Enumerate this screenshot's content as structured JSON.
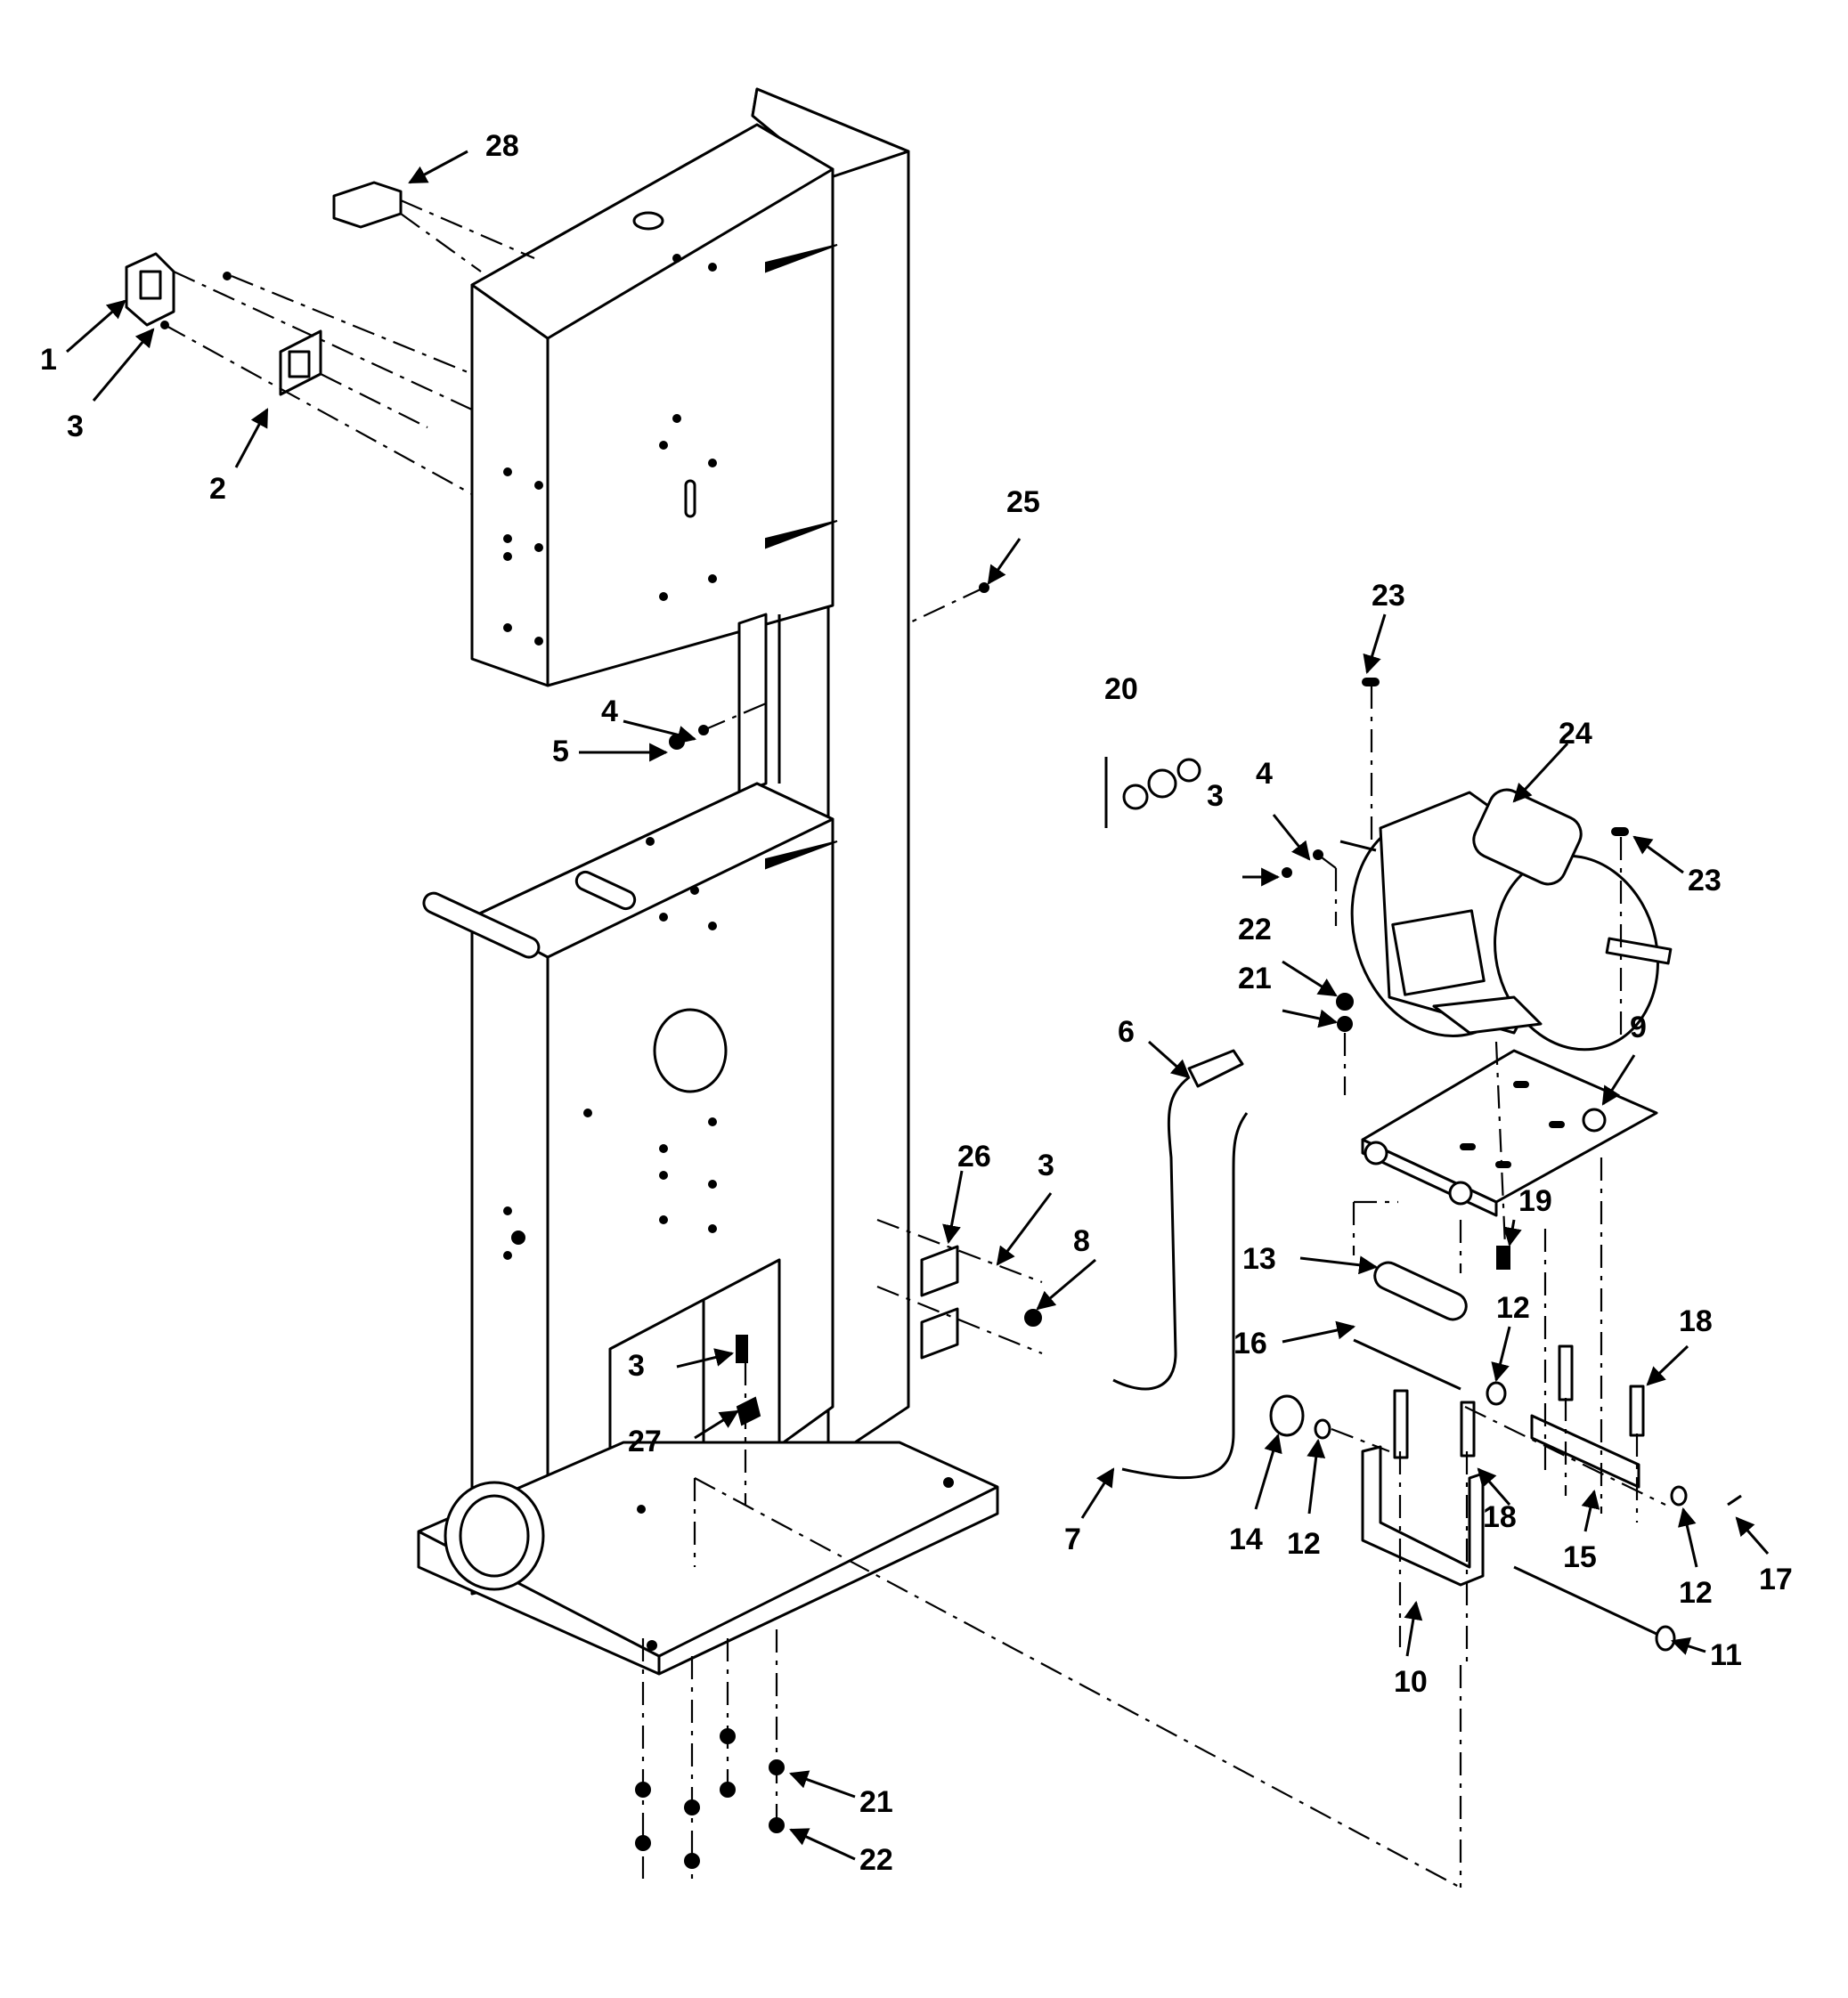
{
  "callouts": [
    {
      "id": "c1",
      "text": "1"
    },
    {
      "id": "c2",
      "text": "2"
    },
    {
      "id": "c3a",
      "text": "3"
    },
    {
      "id": "c28",
      "text": "28"
    },
    {
      "id": "c25",
      "text": "25"
    },
    {
      "id": "c4a",
      "text": "4"
    },
    {
      "id": "c5",
      "text": "5"
    },
    {
      "id": "c20",
      "text": "20"
    },
    {
      "id": "c23a",
      "text": "23"
    },
    {
      "id": "c24",
      "text": "24"
    },
    {
      "id": "c23b",
      "text": "23"
    },
    {
      "id": "c4b",
      "text": "4"
    },
    {
      "id": "c3b",
      "text": "3"
    },
    {
      "id": "c22a",
      "text": "22"
    },
    {
      "id": "c21a",
      "text": "21"
    },
    {
      "id": "c6",
      "text": "6"
    },
    {
      "id": "c9",
      "text": "9"
    },
    {
      "id": "c26",
      "text": "26"
    },
    {
      "id": "c3c",
      "text": "3"
    },
    {
      "id": "c8",
      "text": "8"
    },
    {
      "id": "c19",
      "text": "19"
    },
    {
      "id": "c13",
      "text": "13"
    },
    {
      "id": "c12a",
      "text": "12"
    },
    {
      "id": "c18a",
      "text": "18"
    },
    {
      "id": "c16",
      "text": "16"
    },
    {
      "id": "c3d",
      "text": "3"
    },
    {
      "id": "c27",
      "text": "27"
    },
    {
      "id": "c7",
      "text": "7"
    },
    {
      "id": "c14",
      "text": "14"
    },
    {
      "id": "c12b",
      "text": "12"
    },
    {
      "id": "c18b",
      "text": "18"
    },
    {
      "id": "c15",
      "text": "15"
    },
    {
      "id": "c12c",
      "text": "12"
    },
    {
      "id": "c17",
      "text": "17"
    },
    {
      "id": "c10",
      "text": "10"
    },
    {
      "id": "c11",
      "text": "11"
    },
    {
      "id": "c21b",
      "text": "21"
    },
    {
      "id": "c22b",
      "text": "22"
    }
  ],
  "colors": {
    "ink": "#000000",
    "paper": "#ffffff"
  }
}
